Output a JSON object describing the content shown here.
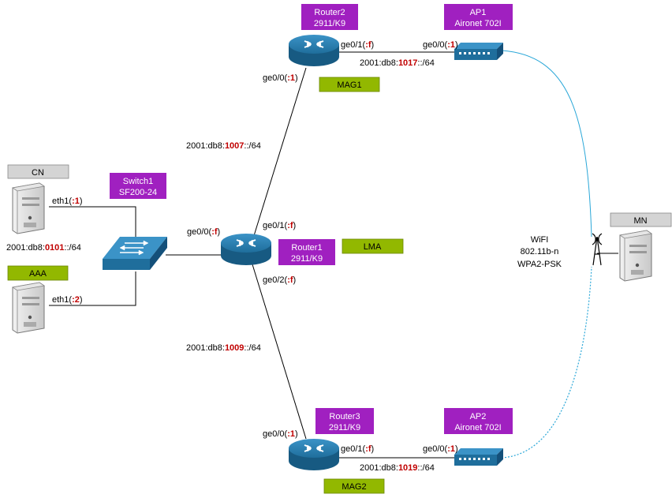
{
  "devices": {
    "router2": {
      "name": "Router2",
      "model": "2911/K9"
    },
    "router1": {
      "name": "Router1",
      "model": "2911/K9"
    },
    "router3": {
      "name": "Router3",
      "model": "2911/K9"
    },
    "switch1": {
      "name": "Switch1",
      "model": "SF200-24"
    },
    "ap1": {
      "name": "AP1",
      "model": "Aironet 702I"
    },
    "ap2": {
      "name": "AP2",
      "model": "Aironet 702I"
    }
  },
  "roles": {
    "mag1": "MAG1",
    "mag2": "MAG2",
    "lma": "LMA",
    "cn": "CN",
    "aaa": "AAA",
    "mn": "MN"
  },
  "interfaces": {
    "r2_ge01": {
      "prefix": "ge0/1(",
      "value": ":f",
      "suffix": ")"
    },
    "r2_ge00": {
      "prefix": "ge0/0(",
      "value": ":1",
      "suffix": ")"
    },
    "ap1_ge00": {
      "prefix": "ge0/0(",
      "value": ":1",
      "suffix": ")"
    },
    "r1_ge00": {
      "prefix": "ge0/0(",
      "value": ":f",
      "suffix": ")"
    },
    "r1_ge01": {
      "prefix": "ge0/1(",
      "value": ":f",
      "suffix": ")"
    },
    "r1_ge02": {
      "prefix": "ge0/2(",
      "value": ":f",
      "suffix": ")"
    },
    "r3_ge00": {
      "prefix": "ge0/0(",
      "value": ":1",
      "suffix": ")"
    },
    "r3_ge01": {
      "prefix": "ge0/1(",
      "value": ":f",
      "suffix": ")"
    },
    "ap2_ge00": {
      "prefix": "ge0/0(",
      "value": ":1",
      "suffix": ")"
    },
    "cn_eth1": {
      "prefix": "eth1(",
      "value": ":1",
      "suffix": ")"
    },
    "aaa_eth1": {
      "prefix": "eth1(",
      "value": ":2",
      "suffix": ")"
    }
  },
  "networks": {
    "n1017": {
      "prefix": "2001:db8:",
      "value": "1017",
      "suffix": "::/64"
    },
    "n1007": {
      "prefix": "2001:db8:",
      "value": "1007",
      "suffix": "::/64"
    },
    "n0101": {
      "prefix": "2001:db8:",
      "value": "0101",
      "suffix": "::/64"
    },
    "n1009": {
      "prefix": "2001:db8:",
      "value": "1009",
      "suffix": "::/64"
    },
    "n1019": {
      "prefix": "2001:db8:",
      "value": "1019",
      "suffix": "::/64"
    }
  },
  "wifi": {
    "line1": "WiFI",
    "line2": "802.11b-n",
    "line3": "WPA2-PSK"
  },
  "colors": {
    "device_label": "#a020c0",
    "role_green": "#92b800",
    "role_gray": "#d4d4d4",
    "router_blue": "#1f6e9c",
    "highlight_red": "#c00000",
    "wifi_link": "#2aa7d8"
  }
}
